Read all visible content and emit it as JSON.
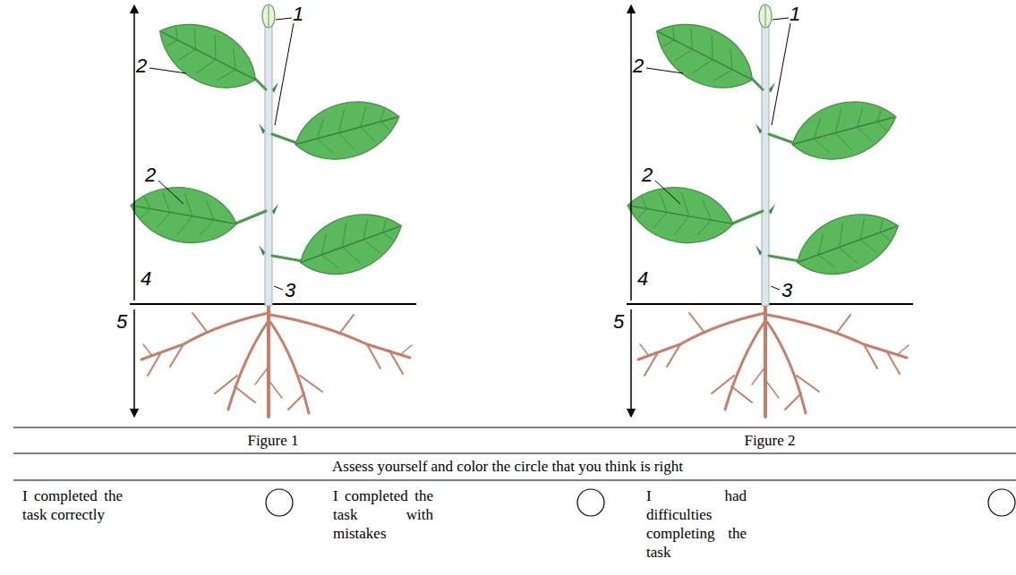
{
  "diagram": {
    "labels": [
      "1",
      "2",
      "2",
      "3",
      "4",
      "5",
      "1",
      "2",
      "2",
      "3",
      "4",
      "5",
      "Figure 1",
      "Figure 2",
      "Assess yourself and color the circle that you think is right",
      "I completed the task correctly",
      "I completed the task with mistakes",
      "I had difficulties completing the task"
    ]
  }
}
